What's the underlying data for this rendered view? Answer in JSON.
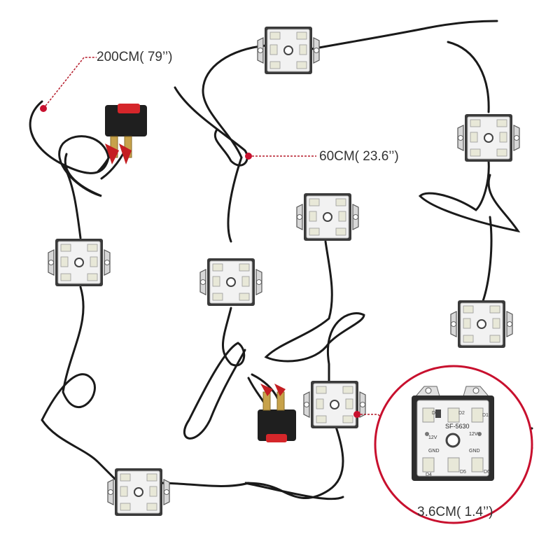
{
  "labels": {
    "power_cord_length": "200CM( 79’’)",
    "link_cable_length": "60CM( 23.6’’)",
    "module_size": "3.6CM( 1.4’’)"
  },
  "module_detail": {
    "chip_model": "SF-5630",
    "voltage_left": "12V",
    "voltage_right": "12V",
    "ground_left": "GND",
    "ground_right": "GND",
    "diode_labels": [
      "D1",
      "D2",
      "D3",
      "D4",
      "D5",
      "D6"
    ]
  },
  "colors": {
    "callout_line": "#b51b2a",
    "marker": "#c8102e",
    "cable": "#1a1a1a",
    "module_body": "#f2f2f2",
    "led": "#e8e8d8",
    "switch_red": "#d5262a"
  }
}
